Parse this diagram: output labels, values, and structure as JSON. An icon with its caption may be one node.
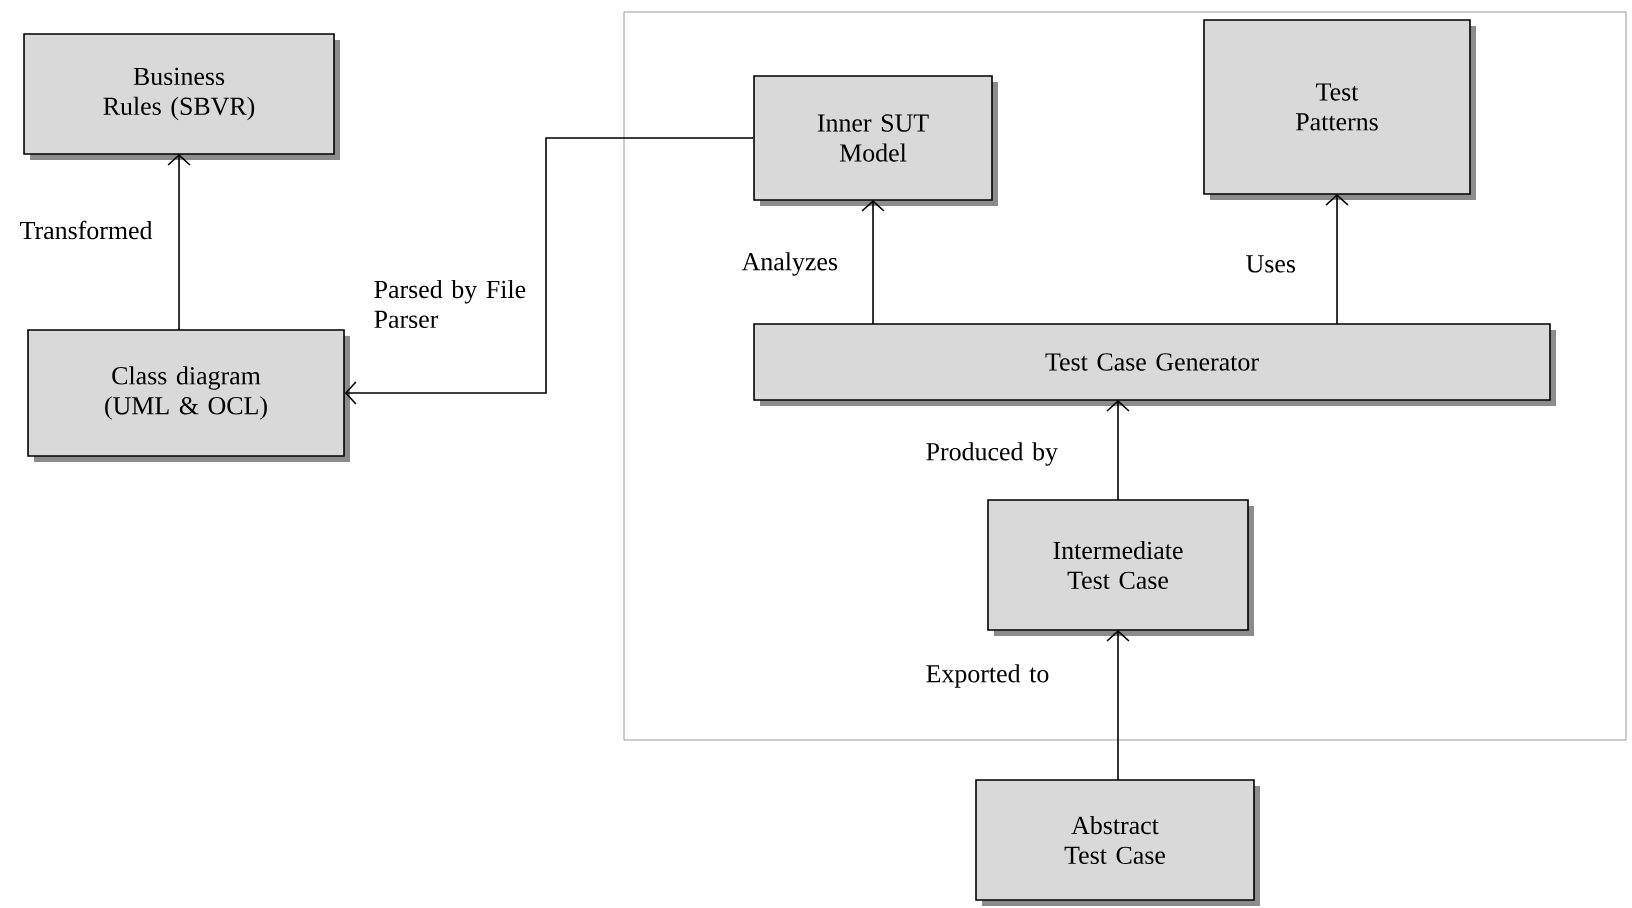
{
  "diagram": {
    "nodes": [
      {
        "text": [
          "Business Rules (SBVR)"
        ]
      },
      {
        "text": [
          "Class diagram (UML & OCL)"
        ]
      },
      {
        "text": [],
        "shape": "box"
      },
      {
        "text": [
          "Inner SUT Model"
        ],
        "in": 2
      },
      {
        "text": [
          "Test Patterns"
        ],
        "in": 2
      },
      {
        "text": [
          "Test Case Generator"
        ],
        "in": 2
      },
      {
        "text": [
          "Intermediate Test Case"
        ],
        "in": 2
      },
      {
        "text": [
          "Abstract Test Case"
        ]
      }
    ],
    "edges": [
      {
        "from": 1,
        "to": 0,
        "arrow": "to",
        "label": "Transformed"
      },
      {
        "from": 3,
        "to": 1,
        "arrow": "to",
        "label": "Parsed by File Parser"
      },
      {
        "from": 5,
        "to": 3,
        "arrow": "to",
        "label": "Analyzes"
      },
      {
        "from": 5,
        "to": 4,
        "arrow": "to",
        "label": "Uses"
      },
      {
        "from": 6,
        "to": 5,
        "arrow": "to",
        "label": "Produced by"
      },
      {
        "from": 7,
        "to": 6,
        "arrow": "to",
        "label": "Exported to"
      }
    ]
  }
}
